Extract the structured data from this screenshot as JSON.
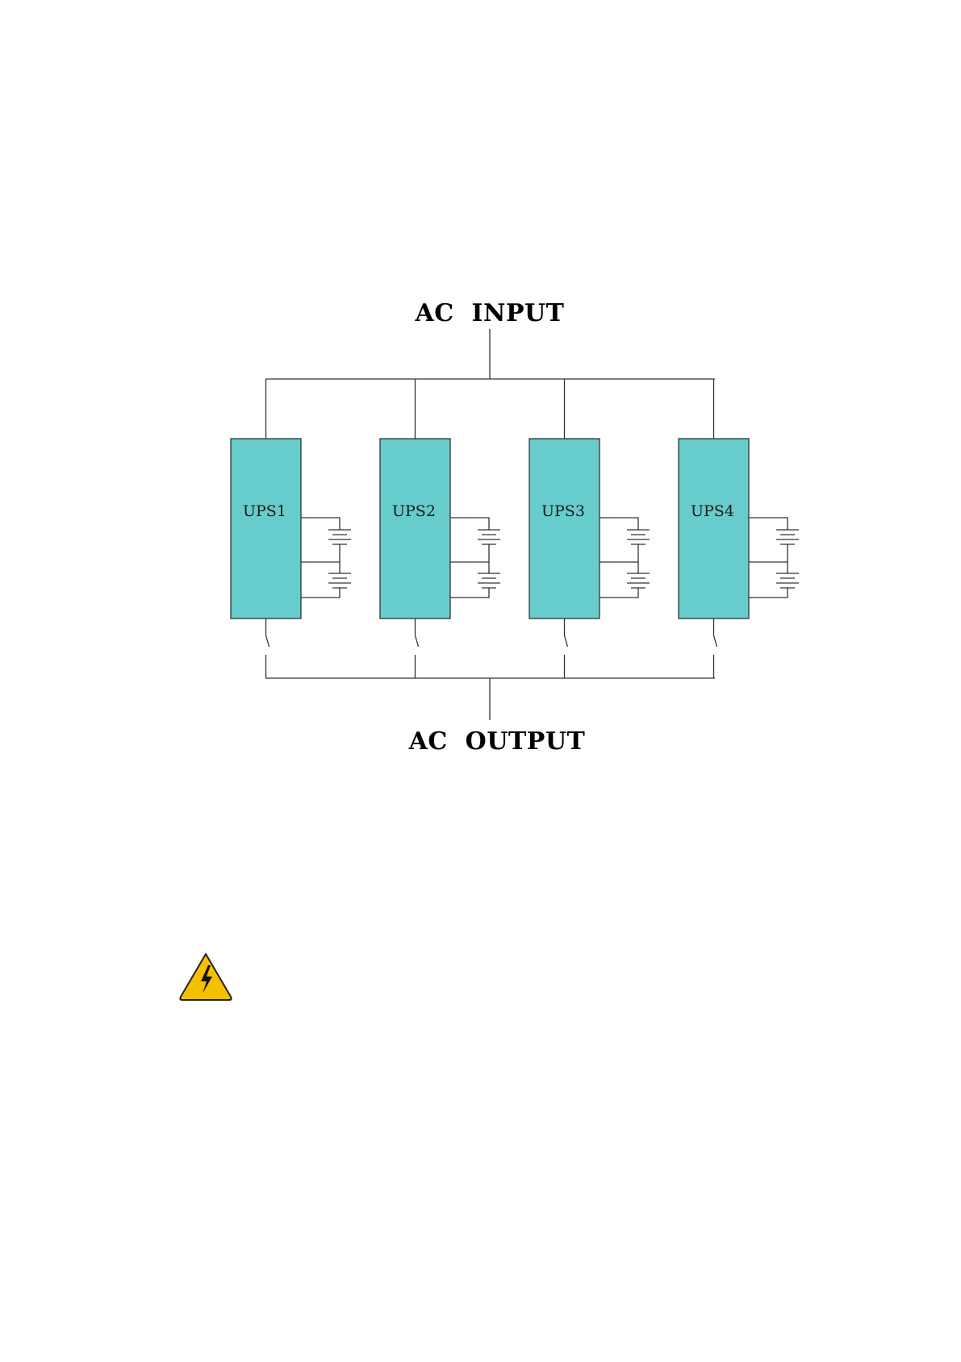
{
  "diagram": {
    "input_label": "AC  INPUT",
    "output_label": "AC  OUTPUT",
    "units": [
      {
        "label": "UPS1"
      },
      {
        "label": "UPS2"
      },
      {
        "label": "UPS3"
      },
      {
        "label": "UPS4"
      }
    ],
    "colors": {
      "ups_fill": "#66cccc",
      "wire": "#333333",
      "warning_fill": "#f5c000"
    }
  },
  "warning": {
    "icon": "high-voltage-warning-icon"
  }
}
